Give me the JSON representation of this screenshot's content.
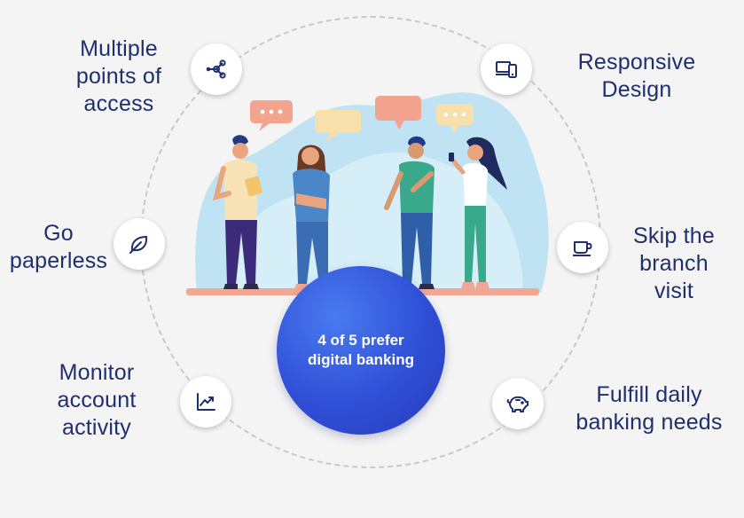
{
  "center": {
    "text": "4 of 5 prefer\ndigital banking"
  },
  "features": [
    {
      "label": "Multiple\npoints of\naccess",
      "icon": "network-nodes-icon"
    },
    {
      "label": "Responsive\nDesign",
      "icon": "devices-icon"
    },
    {
      "label": "Go\npaperless",
      "icon": "leaf-icon"
    },
    {
      "label": "Skip the\nbranch\nvisit",
      "icon": "coffee-cup-icon"
    },
    {
      "label": "Monitor\naccount\nactivity",
      "icon": "trend-chart-icon"
    },
    {
      "label": "Fulfill daily\nbanking needs",
      "icon": "piggy-bank-icon"
    }
  ],
  "colors": {
    "text": "#1f2f6e",
    "icon": "#1f2f6e",
    "center_circle": "#3354d8",
    "background": "#f4f4f4",
    "blob": "#bfe3f3",
    "floor": "#f0a894"
  }
}
